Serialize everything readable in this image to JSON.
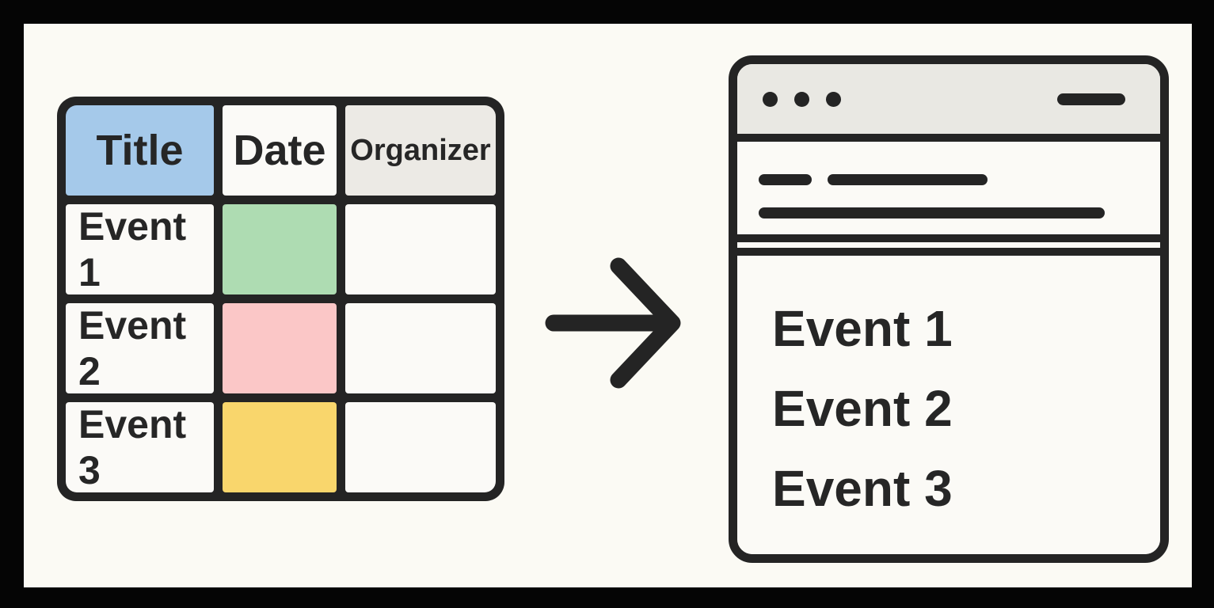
{
  "page": {
    "background": "#fbfaf4",
    "frame_color": "#050505",
    "stroke_color": "#242424",
    "text_color": "#262626"
  },
  "table": {
    "columns": [
      {
        "label": "Title",
        "bg": "#a5c9ea"
      },
      {
        "label": "Date",
        "bg": "#fbfaf7"
      },
      {
        "label": "Organizer",
        "bg": "#eceae5"
      }
    ],
    "rows": [
      {
        "title": "Event 1",
        "date_bg": "#aedcb2",
        "organizer": ""
      },
      {
        "title": "Event 2",
        "date_bg": "#fbc7c7",
        "organizer": ""
      },
      {
        "title": "Event 3",
        "date_bg": "#f9d66c",
        "organizer": ""
      }
    ]
  },
  "arrow": {
    "icon": "right-arrow-icon",
    "color": "#242424"
  },
  "browser": {
    "titlebar": {
      "bg": "#e9e8e3",
      "dots_icon": "window-control-dots",
      "menu_icon": "menu-placeholder-bar"
    },
    "nav_placeholder_lines": 3,
    "events": [
      "Event 1",
      "Event 2",
      "Event 3"
    ]
  }
}
